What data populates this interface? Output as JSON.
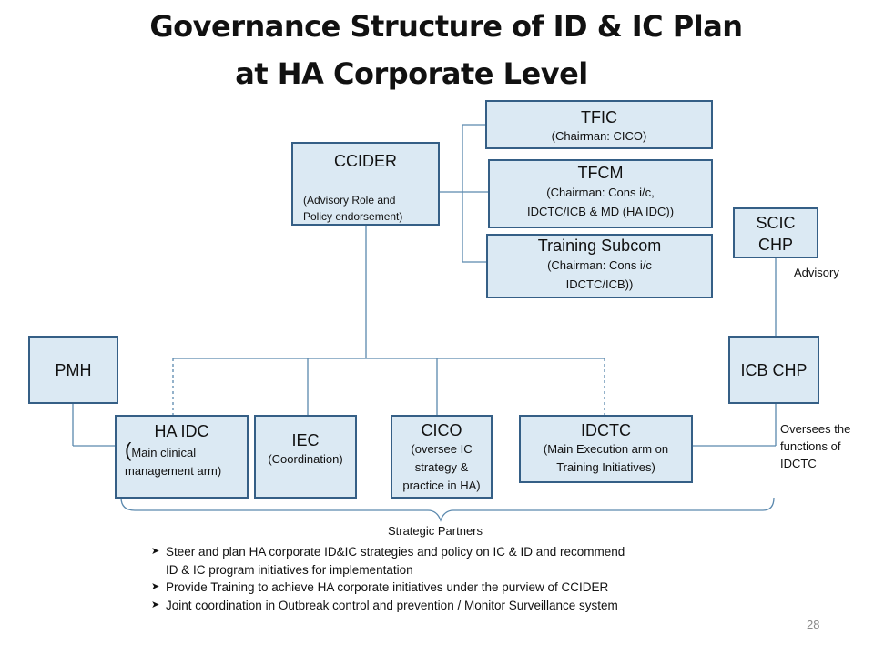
{
  "title": {
    "line1": "Governance Structure of ID & IC Plan",
    "line2": "at HA Corporate Level"
  },
  "colors": {
    "box_fill": "#dbe9f3",
    "box_border": "#355f86",
    "connector": "#5b89ae"
  },
  "nodes": {
    "ccider": {
      "name": "CCIDER",
      "desc_line1": "(Advisory Role and",
      "desc_line2": "Policy endorsement)"
    },
    "tfic": {
      "name": "TFIC",
      "desc": "(Chairman: CICO)"
    },
    "tfcm": {
      "name": "TFCM",
      "desc_line1": "(Chairman: Cons i/c,",
      "desc_line2": "IDCTC/ICB  & MD (HA IDC))"
    },
    "training": {
      "name": "Training Subcom",
      "desc_line1": "(Chairman: Cons i/c",
      "desc_line2": "IDCTC/ICB))"
    },
    "scic": {
      "name_line1": "SCIC",
      "name_line2": "CHP"
    },
    "pmh": {
      "name": "PMH"
    },
    "icb": {
      "name": "ICB CHP"
    },
    "haidc": {
      "name": "HA IDC",
      "paren": "(",
      "desc_line1": "Main clinical",
      "desc_line2": "management arm)"
    },
    "iec": {
      "name": "IEC",
      "desc": "(Coordination)"
    },
    "cico": {
      "name": "CICO",
      "desc_line1": "(oversee IC",
      "desc_line2": "strategy &",
      "desc_line3": "practice in HA)"
    },
    "idctc": {
      "name": "IDCTC",
      "desc_line1": "(Main Execution arm on",
      "desc_line2": "Training Initiatives)"
    }
  },
  "notes": {
    "advisory": "Advisory",
    "oversees_line1": "Oversees the",
    "oversees_line2": "functions of",
    "oversees_line3": "IDCTC",
    "strategic": "Strategic Partners"
  },
  "bullets": [
    {
      "line1": "Steer and plan  HA corporate ID&IC strategies and policy on IC & ID and recommend",
      "line2": "ID & IC program initiatives for implementation"
    },
    {
      "line1": "Provide Training to achieve HA corporate initiatives under the purview of CCIDER"
    },
    {
      "line1": "Joint coordination in Outbreak control and prevention / Monitor Surveillance system"
    }
  ],
  "page_number": "28"
}
